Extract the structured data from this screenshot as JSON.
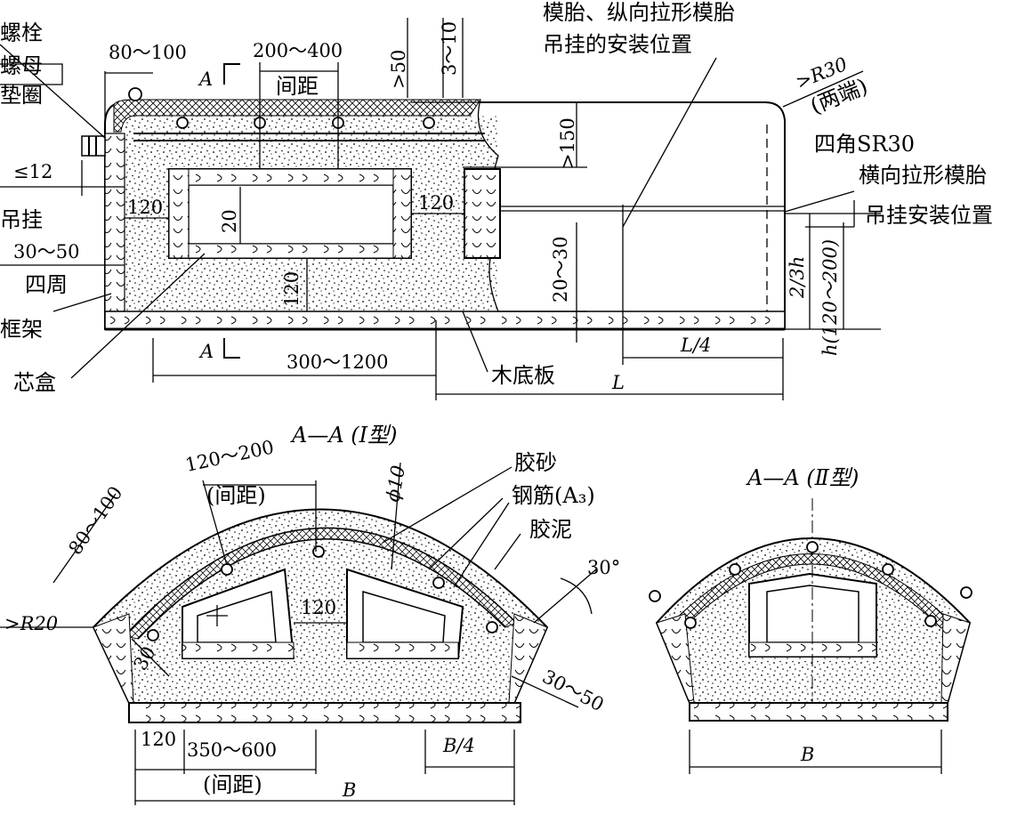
{
  "labels": {
    "bolt": "螺栓",
    "nut": "螺母",
    "washer": "垫圈",
    "dim_80_100_top": "80～100",
    "section_a_top": "A",
    "dim_200_400": "200～400",
    "spacing": "间距",
    "dim_gt50": ">50",
    "dim_3_10": "3～10",
    "note_long_mould": "模胎、纵向拉形模胎",
    "note_long_mould2": "吊挂的安装位置",
    "r30": ">R30",
    "both_ends": "(两端)",
    "dim_gt150": ">150",
    "four_corner": "四角SR30",
    "transverse_mould": "横向拉形模胎",
    "transverse_mount": "吊挂安装位置",
    "dim_le12": "≤12",
    "hanger": "吊挂",
    "dim_120_a": "120",
    "dim_120_b": "120",
    "dim_20": "20",
    "dim_30_50": "30～50",
    "perimeter": "四周",
    "dim_120_c": "120",
    "dim_20_30": "20～30",
    "dim_2_3h": "2/3h",
    "dim_h": "h(120～200)",
    "frame": "框架",
    "section_a_bottom": "A",
    "dim_300_1200": "300～1200",
    "wood_base": "木底板",
    "dim_l4": "L/4",
    "core_box": "芯盒",
    "dim_l": "L",
    "section_aa_1": "A—A (Ⅰ型)",
    "dim_120_200": "120～200",
    "spacing_paren": "(间距)",
    "phi10": "ϕ10",
    "mortar": "胶砂",
    "rebar": "钢筋(A₃)",
    "cement": "胶泥",
    "dim_80_100_bot": "80～100",
    "angle_30": "30°",
    "r20": ">R20",
    "dim_30": "30",
    "dim_120_d": "120",
    "dim_30_50_b": "30～50",
    "dim_120_e": "120",
    "dim_350_600": "350～600",
    "spacing_paren2": "(间距)",
    "dim_b4": "B/4",
    "dim_b": "B",
    "section_aa_2": "A—A (Ⅱ型)",
    "dim_b2": "B"
  }
}
